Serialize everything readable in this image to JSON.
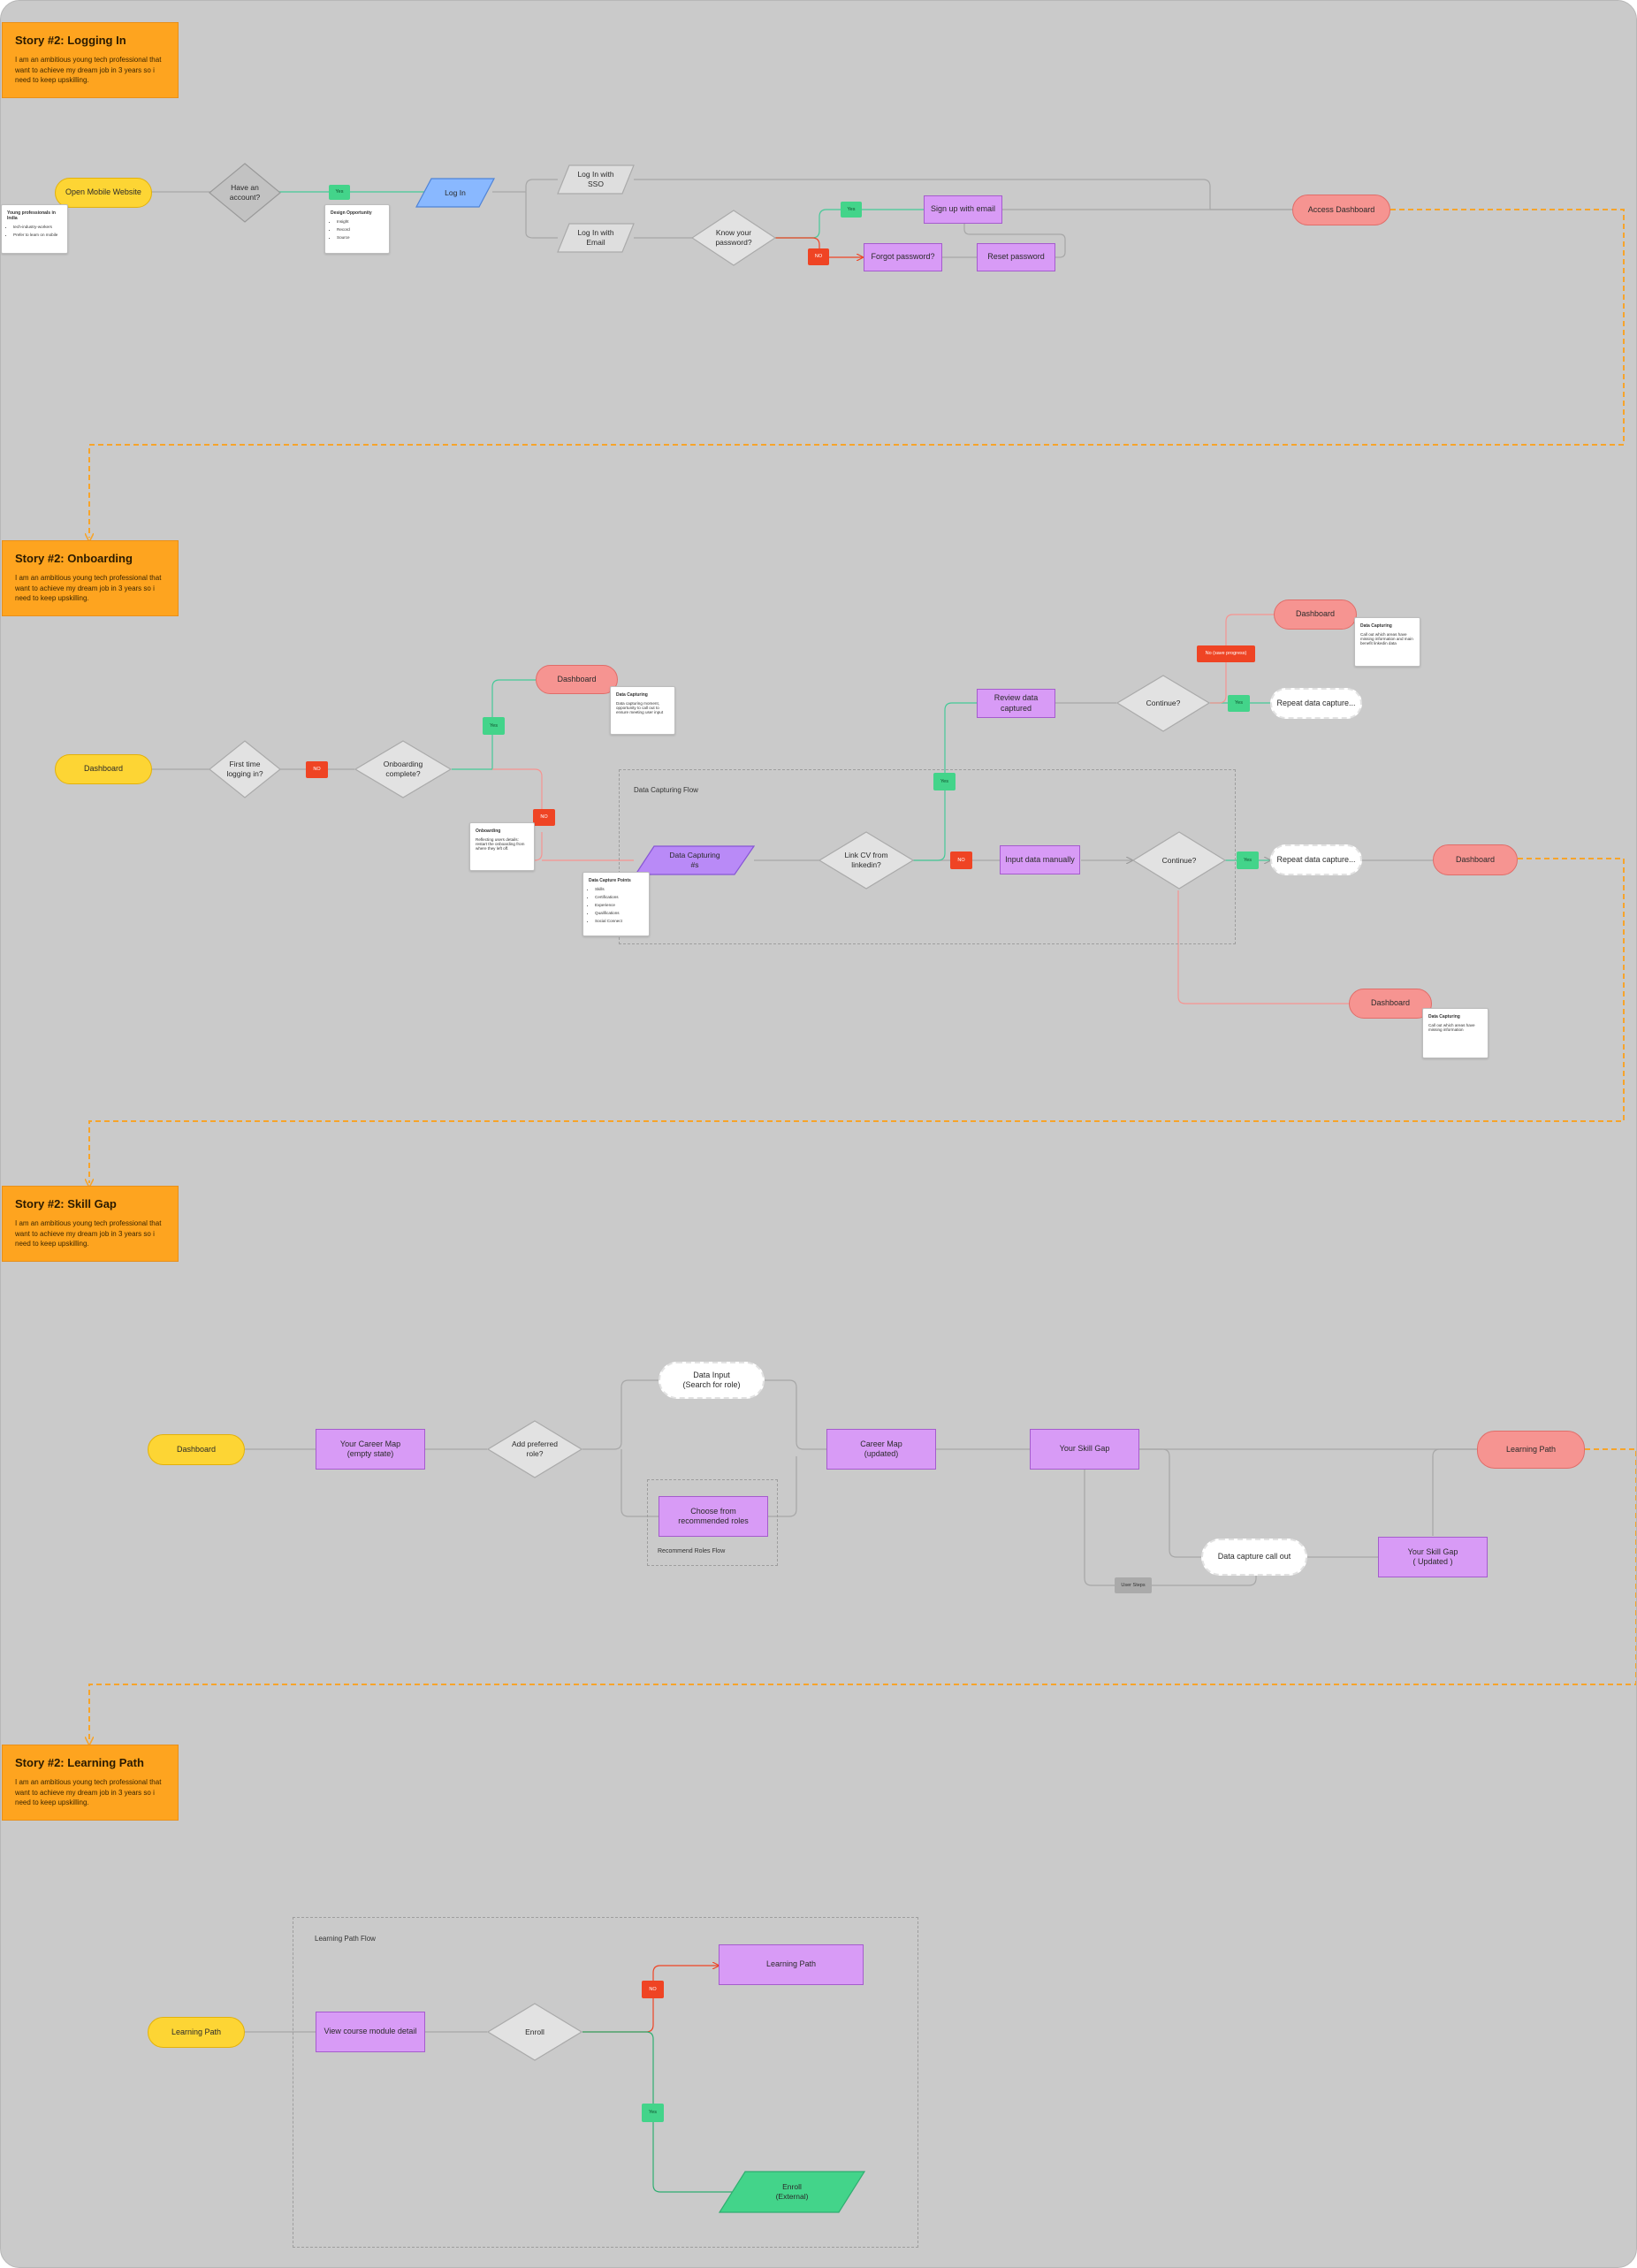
{
  "stories": {
    "login": {
      "title": "Story #2: Logging In",
      "body": "I am an ambitious young tech professional that want to achieve my dream job in 3 years so i need to keep upskilling."
    },
    "onboarding": {
      "title": "Story #2: Onboarding",
      "body": "I am an ambitious young tech professional that want to achieve my dream job in 3 years so i need to keep upskilling."
    },
    "skillgap": {
      "title": "Story #2: Skill Gap",
      "body": "I am an ambitious young tech professional that want to achieve my dream job in 3 years so i need to keep upskilling."
    },
    "learningpath": {
      "title": "Story #2: Learning Path",
      "body": "I am an ambitious young tech professional that want to achieve my dream job in 3 years so i need to keep upskilling."
    }
  },
  "login": {
    "open_website": "Open Mobile Website",
    "have_account": "Have an\naccount?",
    "yes": "Yes",
    "log_in": "Log In",
    "sso": "Log In with\nSSO",
    "email": "Log In with\nEmail",
    "know_password": "Know your\npassword?",
    "no": "NO",
    "signup": "Sign up with email",
    "forgot": "Forgot password?",
    "reset": "Reset password",
    "access_dashboard": "Access Dashboard",
    "sticky_user": {
      "title": "Young professionals in India",
      "items": [
        "tech-industry-workers",
        "Prefer to learn on mobile"
      ]
    },
    "sticky_design": {
      "title": "Design Opportunity",
      "items": [
        "Insight",
        "Record",
        "Source"
      ]
    }
  },
  "onboarding": {
    "dashboard": "Dashboard",
    "first_time": "First time\nlogging in?",
    "no": "NO",
    "onboarding_complete": "Onboarding\ncomplete?",
    "yes": "Yes",
    "dashboard_top": "Dashboard",
    "sticky_datacap1": {
      "title": "Data Capturing",
      "body": "Data capturing moment, opportunity to call out to ensure meeting user input"
    },
    "sticky_onboarding": {
      "title": "Onboarding",
      "body": "Reflecting users details: restart the onboarding from where they left off."
    },
    "no2": "NO",
    "frame_label": "Data Capturing Flow",
    "data_capturing": "Data Capturing\n#s",
    "sticky_points": {
      "title": "Data Capture Points",
      "items": [
        "Skills",
        "Certifications",
        "Experience",
        "Qualifications",
        "Social Connect"
      ]
    },
    "link_cv": "Link CV from\nlinkedin?",
    "no3": "NO",
    "yes2": "Yes",
    "input_manually": "Input data manually",
    "continue1": "Continue?",
    "yes3": "Yes",
    "repeat1": "Repeat data capture...",
    "dashboard_right": "Dashboard",
    "review": "Review data captured",
    "continue2": "Continue?",
    "yes4": "Yes",
    "repeat2": "Repeat data capture...",
    "no_progress": "No (save progress)",
    "dashboard_upper": "Dashboard",
    "sticky_datacap2": {
      "title": "Data Capturing",
      "body": "Call out which areas have missing information and main benefit linkedin data"
    },
    "dashboard_lower": "Dashboard",
    "sticky_datacap3": {
      "title": "Data Capturing",
      "body": "Call out which areas have missing information"
    }
  },
  "skillgap": {
    "dashboard": "Dashboard",
    "career_map_empty": "Your Career Map\n(empty state)",
    "add_role": "Add preferred\nrole?",
    "data_input": "Data Input\n(Search for role)",
    "choose": "Choose from\nrecommended roles",
    "frame_label": "Recommend Roles Flow",
    "career_map_updated": "Career Map\n(updated)",
    "skill_gap": "Your Skill Gap",
    "callout": "Data capture call out",
    "user_steps": "User Steps",
    "skill_gap_updated": "Your Skill Gap\n( Updated )",
    "learning_path": "Learning Path"
  },
  "learningpath": {
    "frame_label": "Learning Path Flow",
    "start": "Learning  Path",
    "view_course": "View course module detail",
    "enroll": "Enroll",
    "no": "NO",
    "learning_path": "Learning Path",
    "yes": "Yes",
    "enroll_external": "Enroll\n(External)"
  },
  "colors": {
    "board": "#cacaca",
    "story": "#fea41f",
    "terminal_yellow": "#fdd534",
    "terminal_red": "#f69491",
    "process": "#d89bf6",
    "input_blue": "#89b8ff",
    "data_purple": "#b98af7",
    "enroll_green": "#43d48a",
    "yes_green": "#43d48a",
    "no_red": "#ef4424",
    "connector_orange": "#f7a42a"
  }
}
